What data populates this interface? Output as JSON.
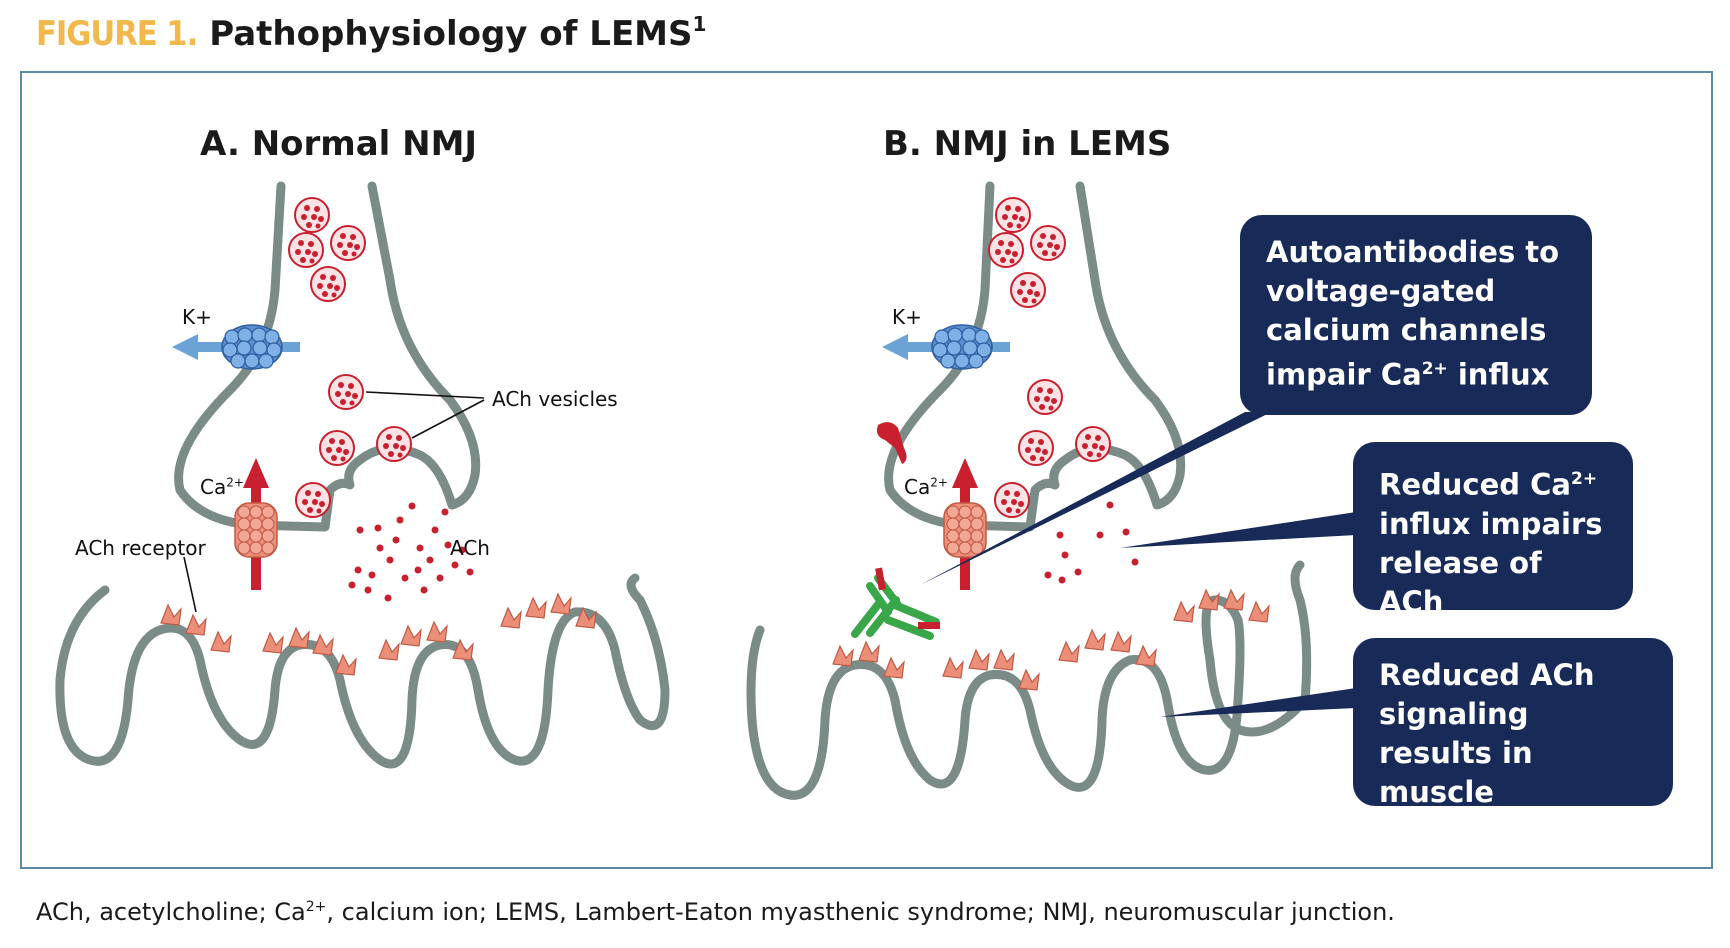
{
  "figure": {
    "label": "FIGURE 1.",
    "title": "Pathophysiology of LEMS",
    "title_sup": "1"
  },
  "panel_a": {
    "title": "A. Normal NMJ",
    "labels": {
      "k": "K+",
      "ca": "Ca",
      "ca_sup": "2+",
      "vesicles": "ACh vesicles",
      "receptor": "ACh receptor",
      "ach": "ACh"
    }
  },
  "panel_b": {
    "title": "B. NMJ in LEMS",
    "labels": {
      "k": "K+",
      "ca": "Ca",
      "ca_sup": "2+"
    },
    "callouts": [
      {
        "pre": "Autoantibodies to voltage-gated calcium channels impair Ca",
        "sup": "2+",
        "post": " influx"
      },
      {
        "pre": "Reduced Ca",
        "sup": "2+",
        "post": " influx impairs release of ACh"
      },
      {
        "pre": "Reduced ACh signaling results in muscle weakness",
        "sup": "",
        "post": ""
      }
    ]
  },
  "caption": {
    "pre": "ACh, acetylcholine; Ca",
    "sup": "2+",
    "post": ", calcium ion; LEMS, Lambert-Eaton myasthenic syndrome; NMJ, neuromuscular junction."
  },
  "colors": {
    "membrane": "#7b8b88",
    "vesicle_red": "#c8202f",
    "receptor": "#ec8f78",
    "k_channel": "#5b8fd0",
    "arrow_blue": "#6ba3d6",
    "arrow_red": "#c8202f",
    "antibody": "#3aa64a",
    "callout_bg": "#182a57",
    "figure_label": "#f2b84b",
    "border": "#5a8aa6"
  }
}
